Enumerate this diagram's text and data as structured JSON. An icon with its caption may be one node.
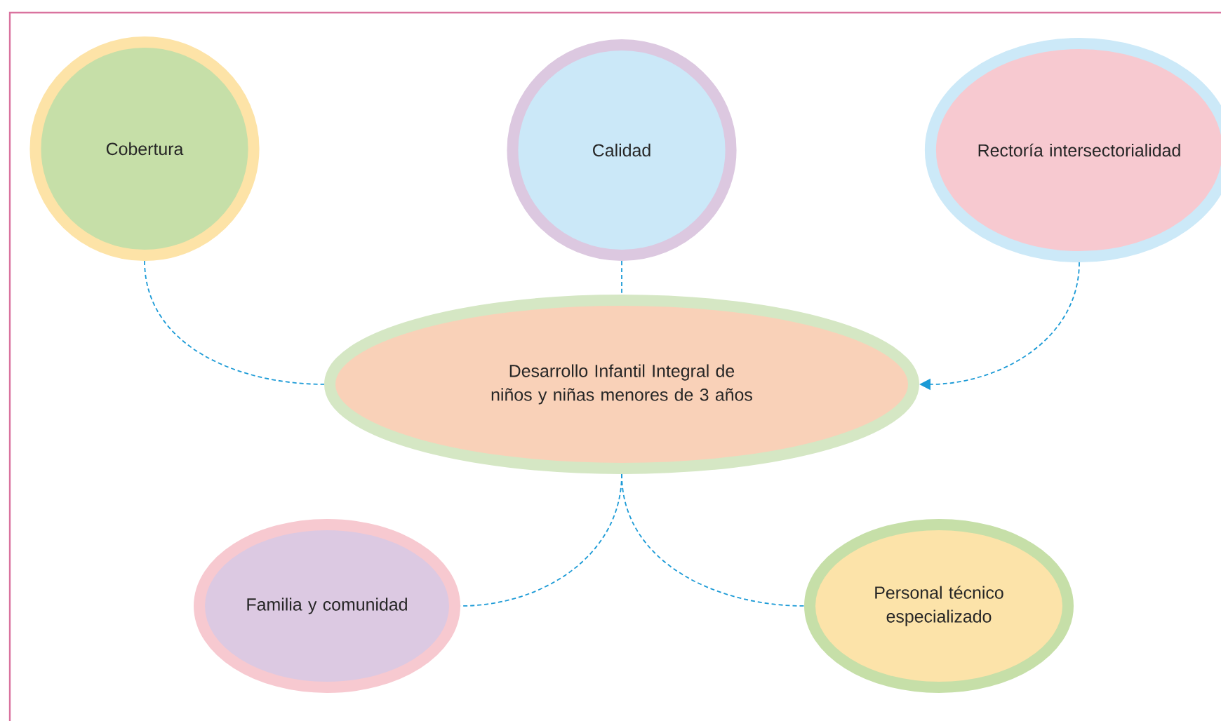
{
  "diagram": {
    "nodes": [
      {
        "text": [
          "Cobertura"
        ]
      },
      {
        "text": [
          "Calidad"
        ]
      },
      {
        "text": [
          "Rectoría intersectorialidad"
        ]
      },
      {
        "text": [
          "Desarrollo Infantil Integral de niños y niñas menores de 3 años"
        ]
      },
      {
        "text": [
          "Familia y comunidad"
        ]
      },
      {
        "text": [
          "Personal técnico especializado"
        ]
      }
    ],
    "edges": [
      {
        "from": 0,
        "to": 3,
        "arrow": "none"
      },
      {
        "from": 1,
        "to": 3,
        "arrow": "none"
      },
      {
        "from": 2,
        "to": 3,
        "arrow": "to"
      },
      {
        "from": 3,
        "to": 4,
        "arrow": "none"
      },
      {
        "from": 3,
        "to": 5,
        "arrow": "none"
      }
    ]
  }
}
